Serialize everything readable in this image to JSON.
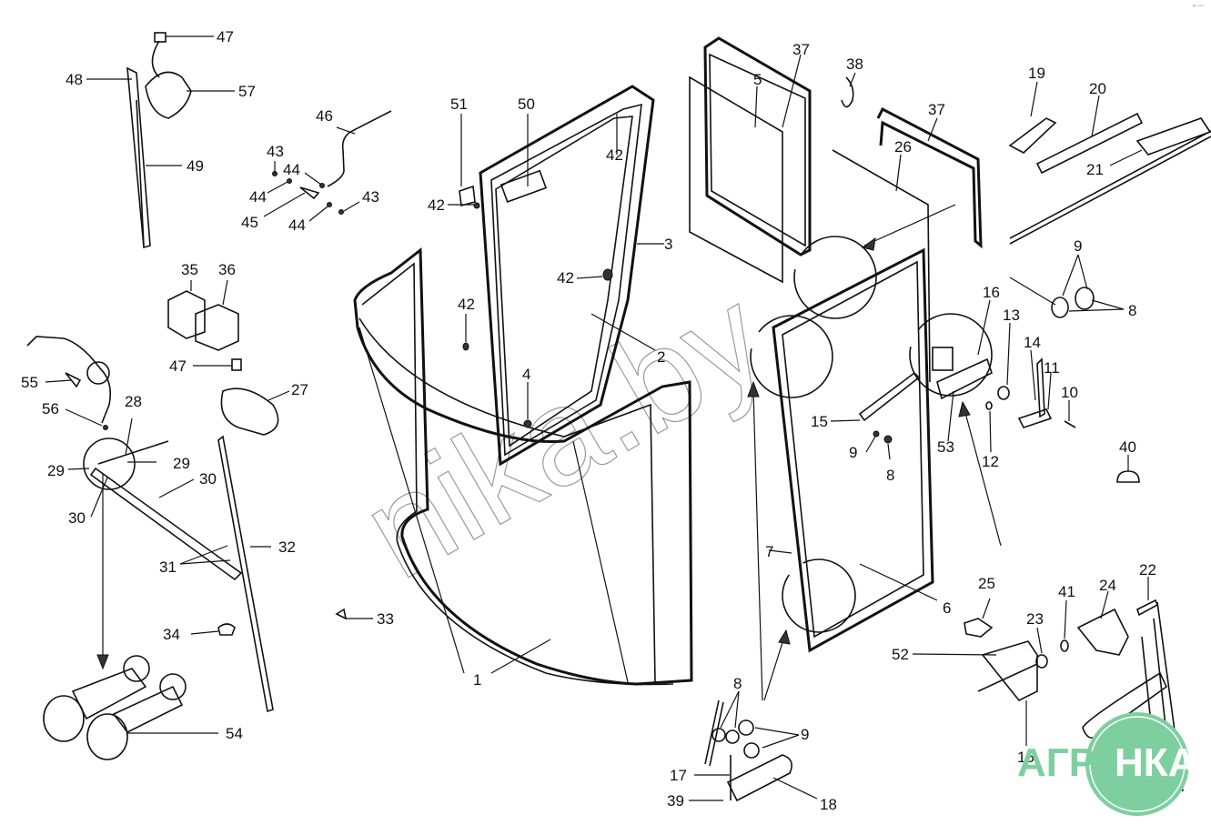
{
  "diagram": {
    "type": "exploded-parts-diagram",
    "subject": "Cab glazing, doors, wipers and washer assembly",
    "watermark_text": "nika.by",
    "corner_mark": "▪▫ ▫▫▫",
    "brand": {
      "name_left": "АГРО",
      "name_right": "НКА",
      "color": "#7ecfa0"
    },
    "callouts": [
      {
        "id": "c47a",
        "label": "47"
      },
      {
        "id": "c48",
        "label": "48"
      },
      {
        "id": "c57",
        "label": "57"
      },
      {
        "id": "c49",
        "label": "49"
      },
      {
        "id": "c46",
        "label": "46"
      },
      {
        "id": "c43a",
        "label": "43"
      },
      {
        "id": "c44a",
        "label": "44"
      },
      {
        "id": "c44b",
        "label": "44"
      },
      {
        "id": "c45",
        "label": "45"
      },
      {
        "id": "c44c",
        "label": "44"
      },
      {
        "id": "c43b",
        "label": "43"
      },
      {
        "id": "c51",
        "label": "51"
      },
      {
        "id": "c50",
        "label": "50"
      },
      {
        "id": "c42a",
        "label": "42"
      },
      {
        "id": "c42b",
        "label": "42"
      },
      {
        "id": "c3",
        "label": "3"
      },
      {
        "id": "c42c",
        "label": "42"
      },
      {
        "id": "c42d",
        "label": "42"
      },
      {
        "id": "c2",
        "label": "2"
      },
      {
        "id": "c4",
        "label": "4"
      },
      {
        "id": "c37a",
        "label": "37"
      },
      {
        "id": "c5",
        "label": "5"
      },
      {
        "id": "c38",
        "label": "38"
      },
      {
        "id": "c37b",
        "label": "37"
      },
      {
        "id": "c26",
        "label": "26"
      },
      {
        "id": "c19",
        "label": "19"
      },
      {
        "id": "c20",
        "label": "20"
      },
      {
        "id": "c21",
        "label": "21"
      },
      {
        "id": "c9a",
        "label": "9"
      },
      {
        "id": "c8a",
        "label": "8"
      },
      {
        "id": "c16",
        "label": "16"
      },
      {
        "id": "c13",
        "label": "13"
      },
      {
        "id": "c14",
        "label": "14"
      },
      {
        "id": "c11",
        "label": "11"
      },
      {
        "id": "c10",
        "label": "10"
      },
      {
        "id": "c12",
        "label": "12"
      },
      {
        "id": "c53",
        "label": "53"
      },
      {
        "id": "c40",
        "label": "40"
      },
      {
        "id": "c15a",
        "label": "15"
      },
      {
        "id": "c9b",
        "label": "9"
      },
      {
        "id": "c8b",
        "label": "8"
      },
      {
        "id": "c35",
        "label": "35"
      },
      {
        "id": "c36",
        "label": "36"
      },
      {
        "id": "c47b",
        "label": "47"
      },
      {
        "id": "c27",
        "label": "27"
      },
      {
        "id": "c55",
        "label": "55"
      },
      {
        "id": "c56",
        "label": "56"
      },
      {
        "id": "c28",
        "label": "28"
      },
      {
        "id": "c29a",
        "label": "29"
      },
      {
        "id": "c29b",
        "label": "29"
      },
      {
        "id": "c30a",
        "label": "30"
      },
      {
        "id": "c30b",
        "label": "30"
      },
      {
        "id": "c31",
        "label": "31"
      },
      {
        "id": "c32",
        "label": "32"
      },
      {
        "id": "c34",
        "label": "34"
      },
      {
        "id": "c33",
        "label": "33"
      },
      {
        "id": "c54",
        "label": "54"
      },
      {
        "id": "c1",
        "label": "1"
      },
      {
        "id": "c7",
        "label": "7"
      },
      {
        "id": "c6",
        "label": "6"
      },
      {
        "id": "c8c",
        "label": "8"
      },
      {
        "id": "c9c",
        "label": "9"
      },
      {
        "id": "c17",
        "label": "17"
      },
      {
        "id": "c39",
        "label": "39"
      },
      {
        "id": "c18",
        "label": "18"
      },
      {
        "id": "c25",
        "label": "25"
      },
      {
        "id": "c23",
        "label": "23"
      },
      {
        "id": "c41",
        "label": "41"
      },
      {
        "id": "c24",
        "label": "24"
      },
      {
        "id": "c22",
        "label": "22"
      },
      {
        "id": "c52",
        "label": "52"
      },
      {
        "id": "c15b",
        "label": "15"
      }
    ]
  }
}
